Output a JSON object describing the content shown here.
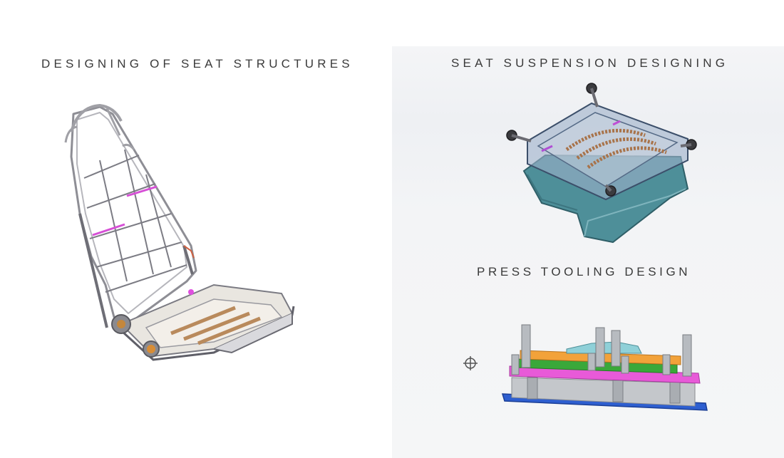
{
  "headings": {
    "seat_structures": "DESIGNING OF SEAT STRUCTURES",
    "seat_suspension": "SEAT SUSPENSION DESIGNING",
    "press_tooling": "PRESS TOOLING DESIGN"
  },
  "colors": {
    "heading_text": "#3a3a3a",
    "frame_steel": "#9a9aa0",
    "accent_magenta": "#d64fd6",
    "suspension_teal": "#4d8f98",
    "suspension_glass": "#8fa6c2",
    "spring_bronze": "#a8734a",
    "die_orange": "#f2a23a",
    "die_green": "#3aa83a",
    "die_pink": "#e85ad8",
    "die_blue": "#2e5fd0",
    "die_grey": "#b9bcc0"
  },
  "icons": {
    "crosshair": "crosshair-icon"
  }
}
